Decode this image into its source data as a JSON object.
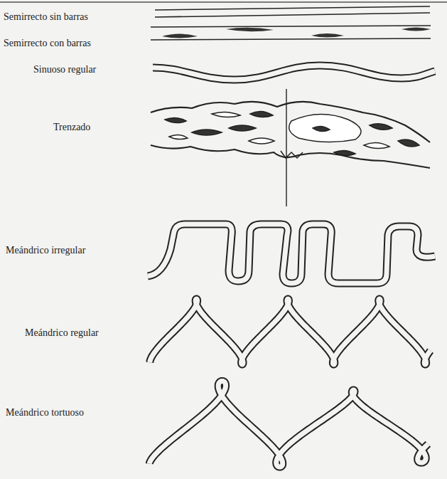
{
  "diagram": {
    "labels": [
      "Semirrecto sin barras",
      "Semirrecto con barras",
      "Sinuoso regular",
      "Trenzado",
      "Meándrico irregular",
      "Meándrico regular",
      "Meándrico tortuoso"
    ]
  }
}
